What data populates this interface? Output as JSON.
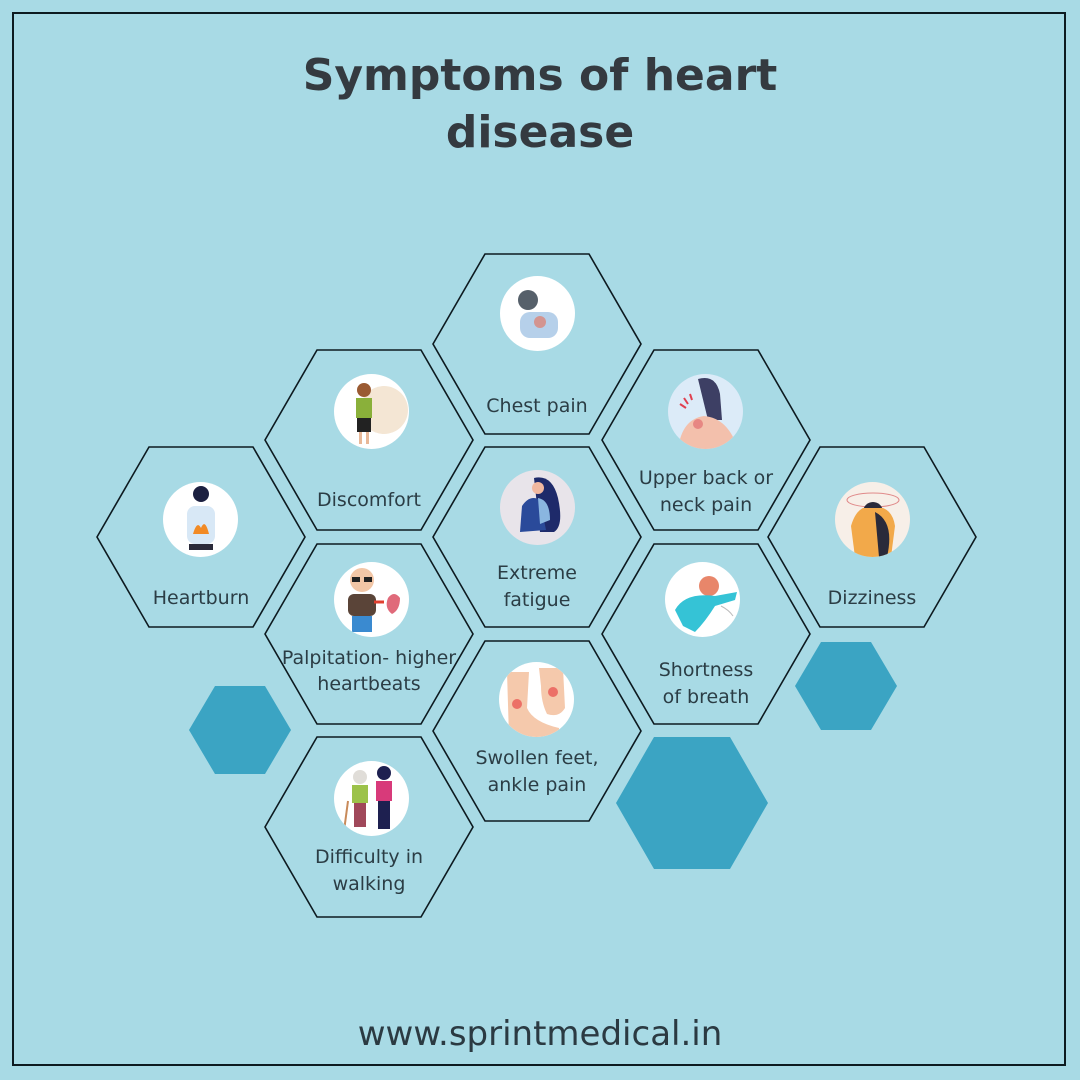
{
  "title": {
    "line1": "Symptoms of heart",
    "line2": "disease"
  },
  "colors": {
    "background": "#a8dae5",
    "accent_hex": "#3ba4c3",
    "text": "#343a40",
    "outline": "#0d1a20"
  },
  "symptoms": [
    {
      "label_line1": "Chest pain",
      "label_line2": "",
      "icon": "chest-pain-illustration"
    },
    {
      "label_line1": "Discomfort",
      "label_line2": "",
      "icon": "discomfort-illustration"
    },
    {
      "label_line1": "Upper back or",
      "label_line2": "neck pain",
      "icon": "back-neck-pain-illustration"
    },
    {
      "label_line1": "Heartburn",
      "label_line2": "",
      "icon": "heartburn-illustration"
    },
    {
      "label_line1": "Extreme",
      "label_line2": "fatigue",
      "icon": "fatigue-illustration"
    },
    {
      "label_line1": "Dizziness",
      "label_line2": "",
      "icon": "dizziness-illustration"
    },
    {
      "label_line1": "Palpitation- higher",
      "label_line2": "heartbeats",
      "icon": "palpitation-illustration"
    },
    {
      "label_line1": "Shortness",
      "label_line2": "of breath",
      "icon": "shortness-of-breath-illustration"
    },
    {
      "label_line1": "Swollen feet,",
      "label_line2": "ankle pain",
      "icon": "swollen-feet-illustration"
    },
    {
      "label_line1": "Difficulty in",
      "label_line2": "walking",
      "icon": "difficulty-walking-illustration"
    }
  ],
  "footer": {
    "website": "www.sprintmedical.in"
  }
}
